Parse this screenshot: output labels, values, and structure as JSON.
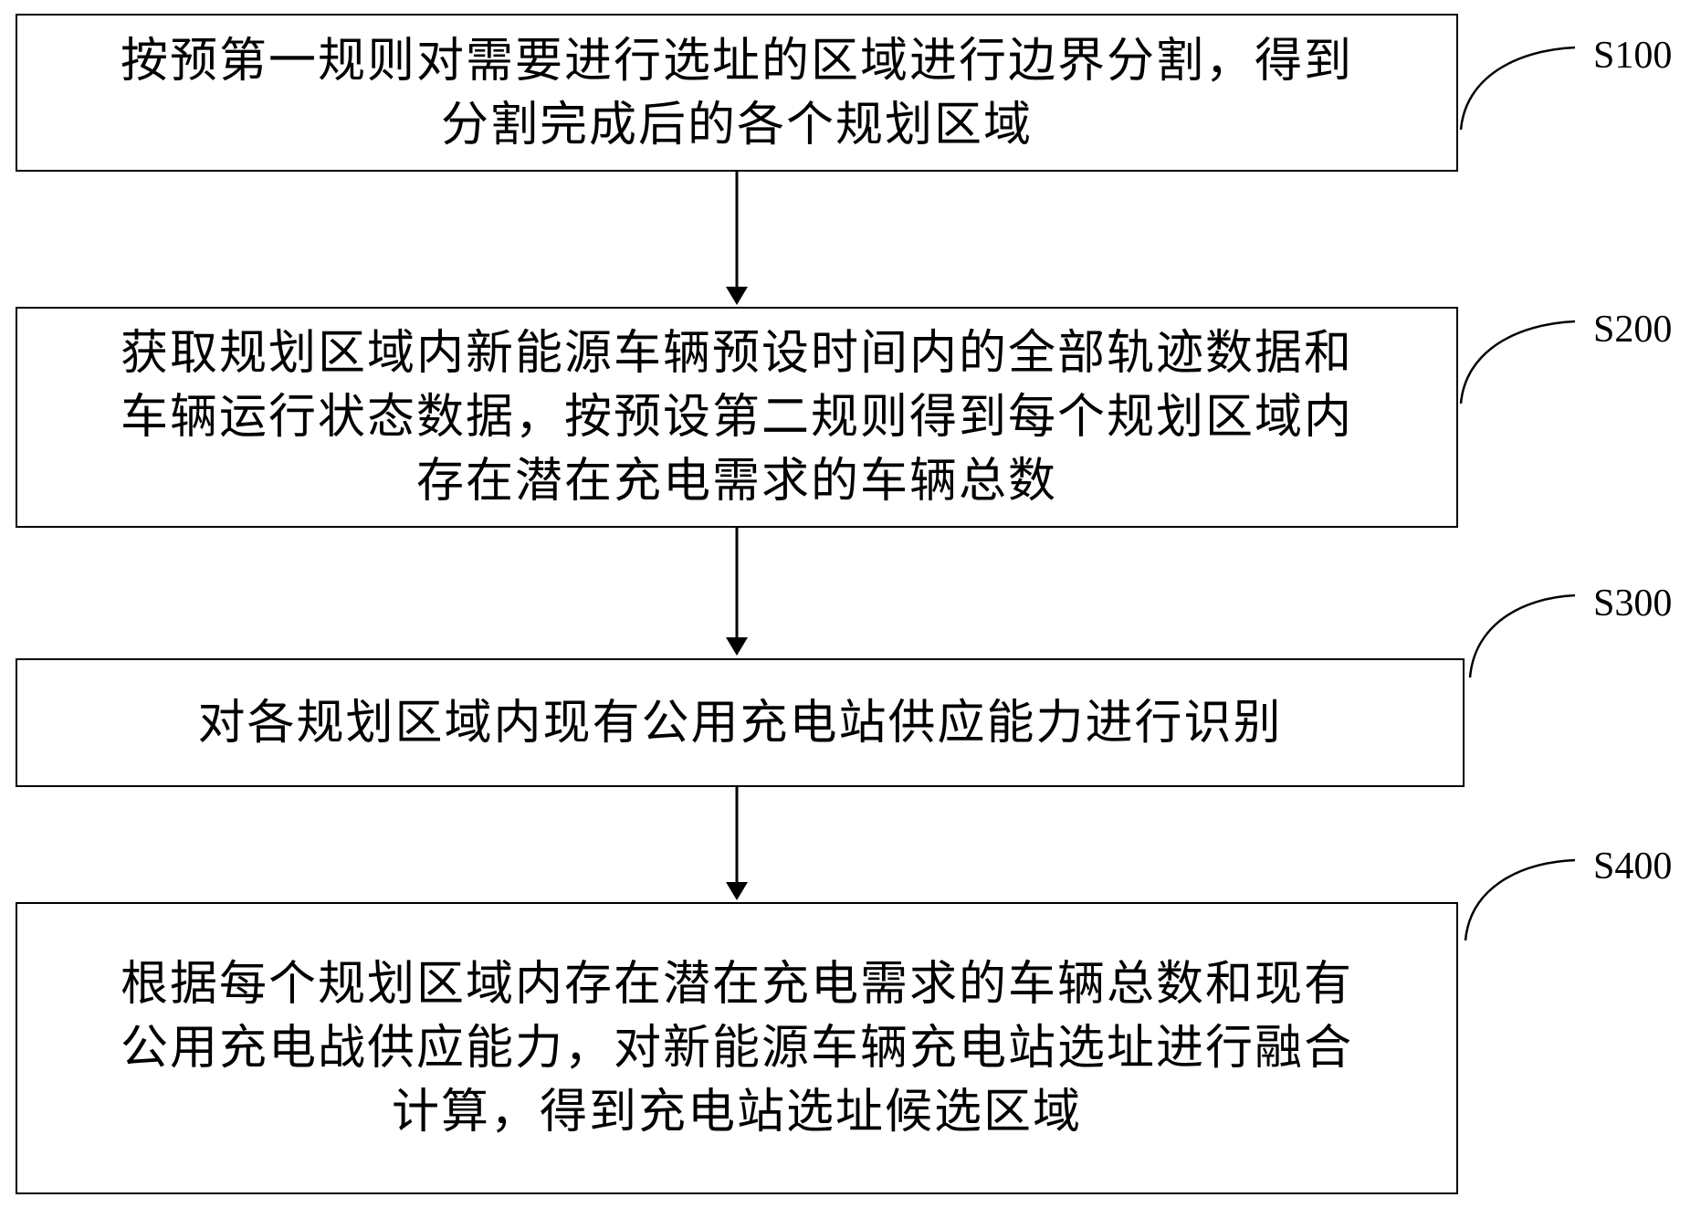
{
  "steps": [
    {
      "id": "S100",
      "lines": [
        "按预第一规则对需要进行选址的区域进行边界分割，得到",
        "分割完成后的各个规划区域"
      ]
    },
    {
      "id": "S200",
      "lines": [
        "获取规划区域内新能源车辆预设时间内的全部轨迹数据和",
        "车辆运行状态数据，按预设第二规则得到每个规划区域内",
        "存在潜在充电需求的车辆总数"
      ]
    },
    {
      "id": "S300",
      "lines": [
        "对各规划区域内现有公用充电站供应能力进行识别"
      ]
    },
    {
      "id": "S400",
      "lines": [
        "根据每个规划区域内存在潜在充电需求的车辆总数和现有",
        "公用充电战供应能力，对新能源车辆充电站选址进行融合",
        "计算，得到充电站选址候选区域"
      ]
    }
  ]
}
